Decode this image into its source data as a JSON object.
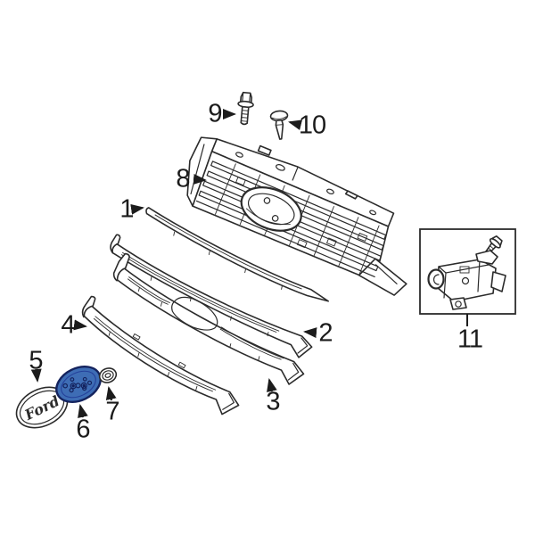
{
  "diagram": {
    "kind": "exploded-parts-diagram",
    "background": "#ffffff",
    "colors": {
      "line": "#2b2b2b",
      "label": "#1b1b1b",
      "highlight_fill": "#3e6db5",
      "highlight_stroke": "#14235e"
    },
    "emblem": {
      "text": "Ford"
    },
    "callouts": [
      {
        "label": "1"
      },
      {
        "label": "2"
      },
      {
        "label": "3"
      },
      {
        "label": "4"
      },
      {
        "label": "5"
      },
      {
        "label": "6"
      },
      {
        "label": "7"
      },
      {
        "label": "8"
      },
      {
        "label": "9"
      },
      {
        "label": "10"
      },
      {
        "label": "11"
      }
    ]
  }
}
